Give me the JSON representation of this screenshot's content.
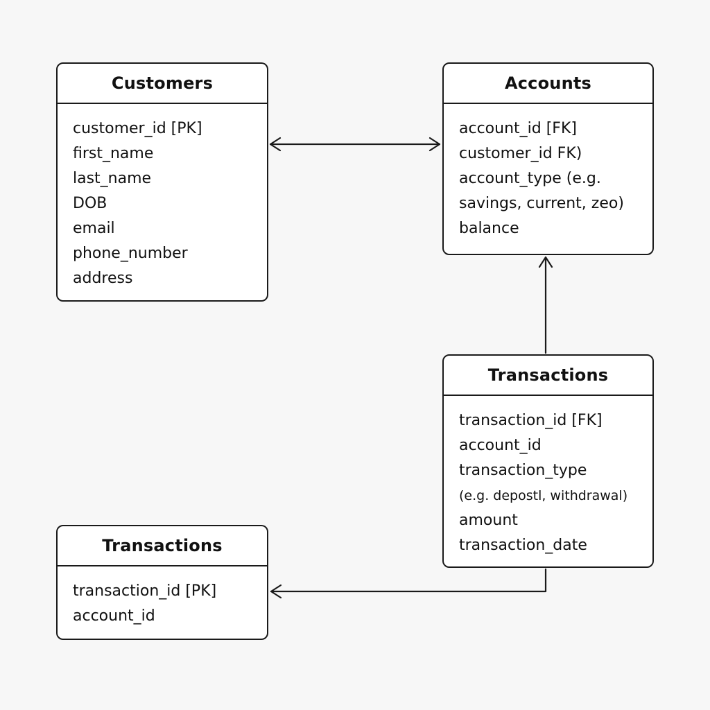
{
  "entities": {
    "customers": {
      "title": "Customers",
      "fields": [
        "customer_id [PK]",
        "first_name",
        "last_name",
        "DOB",
        "email",
        "phone_number",
        "address"
      ]
    },
    "accounts": {
      "title": "Accounts",
      "fields": [
        "account_id [FK]",
        "customer_id FK)",
        "account_type (e.g.",
        "savings, current, zeo)",
        "balance"
      ]
    },
    "transactions_right": {
      "title": "Transactions",
      "fields": [
        "transaction_id [FK]",
        "account_id",
        "transaction_type",
        "(e.g. depostl, withdrawal)",
        "amount",
        "transaction_date"
      ]
    },
    "transactions_left": {
      "title": "Transactions",
      "fields": [
        "transaction_id [PK]",
        "account_id"
      ]
    }
  },
  "relationships": [
    {
      "from": "Customers",
      "to": "Accounts",
      "arrows": "both"
    },
    {
      "from": "Transactions",
      "to": "Accounts",
      "arrows": "to"
    },
    {
      "from": "Transactions",
      "to": "Transactions",
      "arrows": "to"
    }
  ],
  "colors": {
    "background": "#f7f7f7",
    "box_fill": "#ffffff",
    "stroke": "#1a1a1a",
    "text": "#111111"
  }
}
